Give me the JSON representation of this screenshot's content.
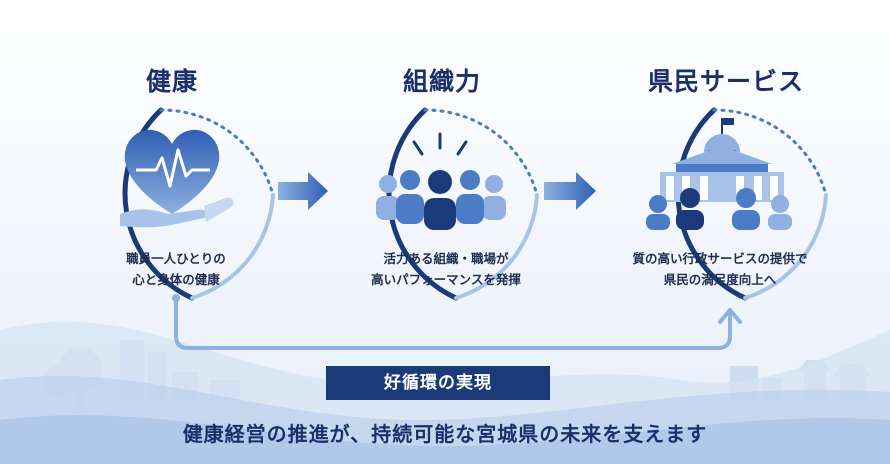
{
  "stages": [
    {
      "title": "健康",
      "caption_lines": [
        "職員一人ひとりの",
        "心と身体の健康"
      ],
      "icon": "heart-hand-icon"
    },
    {
      "title": "組織力",
      "caption_lines": [
        "活力ある組織・職場が",
        "高いパフォーマンスを発揮"
      ],
      "icon": "team-icon"
    },
    {
      "title": "県民サービス",
      "caption_lines": [
        "質の高い行政サービスの提供で",
        "県民の満足度向上へ"
      ],
      "icon": "government-building-icon"
    }
  ],
  "cycle_label": "好循環の実現",
  "bottom_message": "健康経営の推進が、持続可能な宮城県の未来を支えます",
  "colors": {
    "primary": "#1b3a7a",
    "accent": "#2f5fb3",
    "light": "#a9c3e8",
    "text": "#1b2f6b"
  }
}
